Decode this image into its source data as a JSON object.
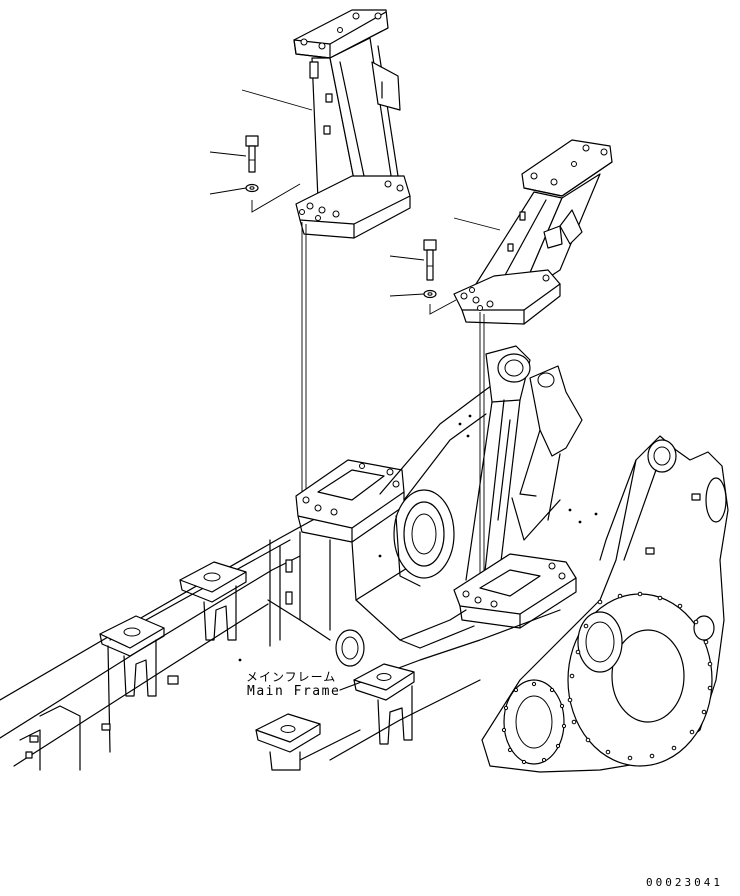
{
  "labels": {
    "frame_jp": "メインフレーム",
    "frame_en": "Main Frame",
    "drawing_number": "00023041"
  },
  "icons": {
    "bolt": "bolt-icon",
    "washer": "washer-icon"
  }
}
